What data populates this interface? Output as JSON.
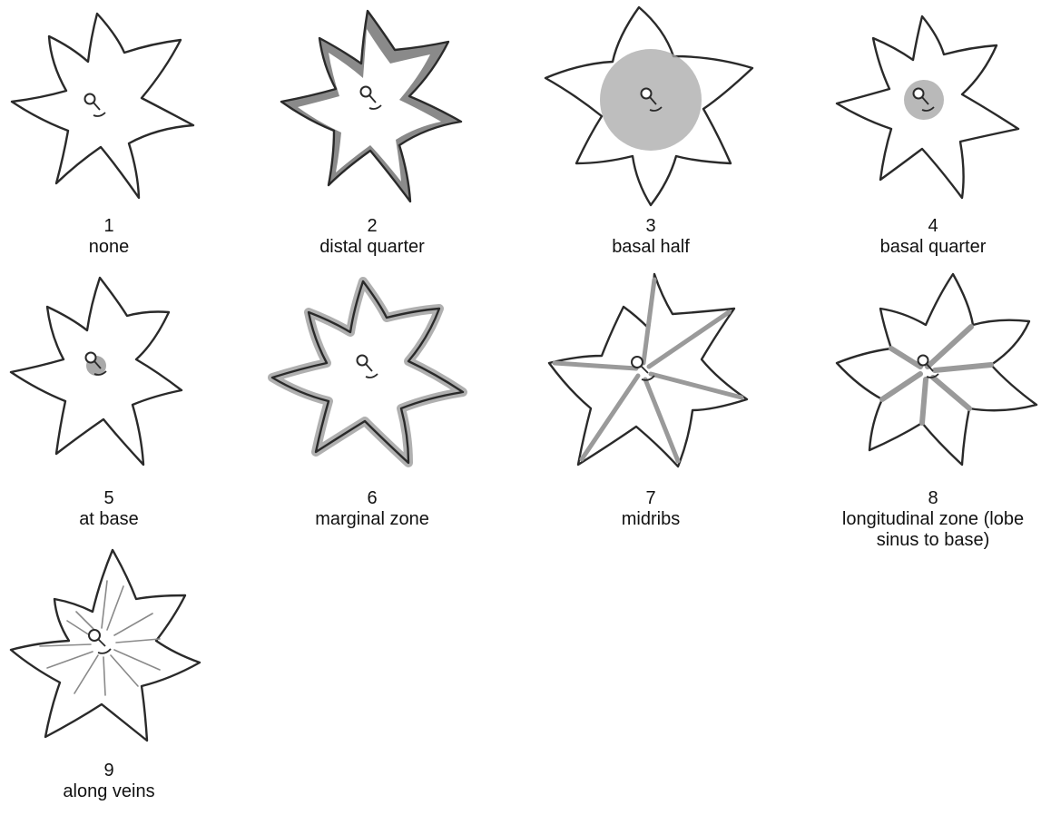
{
  "diagram": {
    "items": [
      {
        "number": "1",
        "label": "none",
        "pattern": "none"
      },
      {
        "number": "2",
        "label": "distal quarter",
        "pattern": "distal"
      },
      {
        "number": "3",
        "label": "basal half",
        "pattern": "basal-half"
      },
      {
        "number": "4",
        "label": "basal quarter",
        "pattern": "basal-quarter"
      },
      {
        "number": "5",
        "label": "at base",
        "pattern": "at-base"
      },
      {
        "number": "6",
        "label": "marginal zone",
        "pattern": "marginal"
      },
      {
        "number": "7",
        "label": "midribs",
        "pattern": "midribs"
      },
      {
        "number": "8",
        "label": "longitudinal zone (lobe sinus to base)",
        "label_lines": [
          "longitudinal zone (lobe",
          "sinus to base)"
        ],
        "pattern": "longitudinal"
      },
      {
        "number": "9",
        "label": "along veins",
        "pattern": "veins"
      }
    ],
    "colors": {
      "outline": "#2a2a2a",
      "shading": "#9a9a9a",
      "shading_dark": "#6f6f6f"
    }
  }
}
